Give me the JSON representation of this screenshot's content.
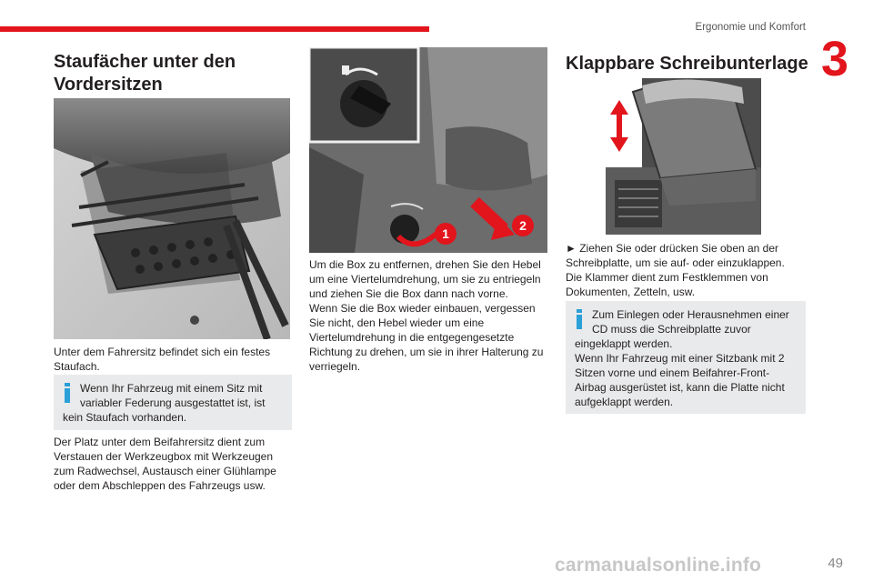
{
  "header": {
    "section_title": "Ergonomie und Komfort",
    "chapter_number": "3"
  },
  "left": {
    "title": "Staufächer unter den Vordersitzen",
    "image_icon": "seat-storage-tray-illustration",
    "para1": "Unter dem Fahrersitz befindet sich ein festes Staufach.",
    "info": "Wenn Ihr Fahrzeug mit einem Sitz mit variabler Federung ausgestattet ist, ist kein Staufach vorhanden.",
    "para2": "Der Platz unter dem Beifahrersitz dient zum Verstauen der Werkzeugbox mit Werkzeugen zum Radwechsel, Austausch einer Glühlampe oder dem Abschleppen des Fahrzeugs usw."
  },
  "middle": {
    "image_icon": "toolbox-lever-illustration",
    "callout_1": "1",
    "callout_2": "2",
    "para1": "Um die Box zu entfernen, drehen Sie den Hebel um eine Viertelumdrehung, um sie zu entriegeln und ziehen Sie die Box dann nach vorne.",
    "para2": "Wenn Sie die Box wieder einbauen, vergessen Sie nicht, den Hebel wieder um eine Viertelumdrehung in die entgegengesetzte Richtung zu drehen, um sie in ihrer Halterung zu verriegeln."
  },
  "right": {
    "title": "Klappbare Schreibunterlage",
    "image_icon": "folding-writing-board-illustration",
    "para1": "► Ziehen Sie oder drücken Sie oben an der Schreibplatte, um sie auf- oder einzuklappen.",
    "para2": "Die Klammer dient zum Festklemmen von Dokumenten, Zetteln, usw.",
    "info1": "Zum Einlegen oder Herausnehmen einer CD muss die Schreibplatte zuvor eingeklappt werden.",
    "info2": "Wenn Ihr Fahrzeug mit einer Sitzbank mit 2 Sitzen vorne und einem Beifahrer-Front-Airbag ausgerüstet ist, kann die Platte nicht aufgeklappt werden."
  },
  "footer": {
    "page_number": "49",
    "watermark": "carmanualsonline.info"
  },
  "colors": {
    "accent_red": "#e2141c",
    "info_blue": "#2a9fd8",
    "info_bg": "#e9eaeb"
  }
}
